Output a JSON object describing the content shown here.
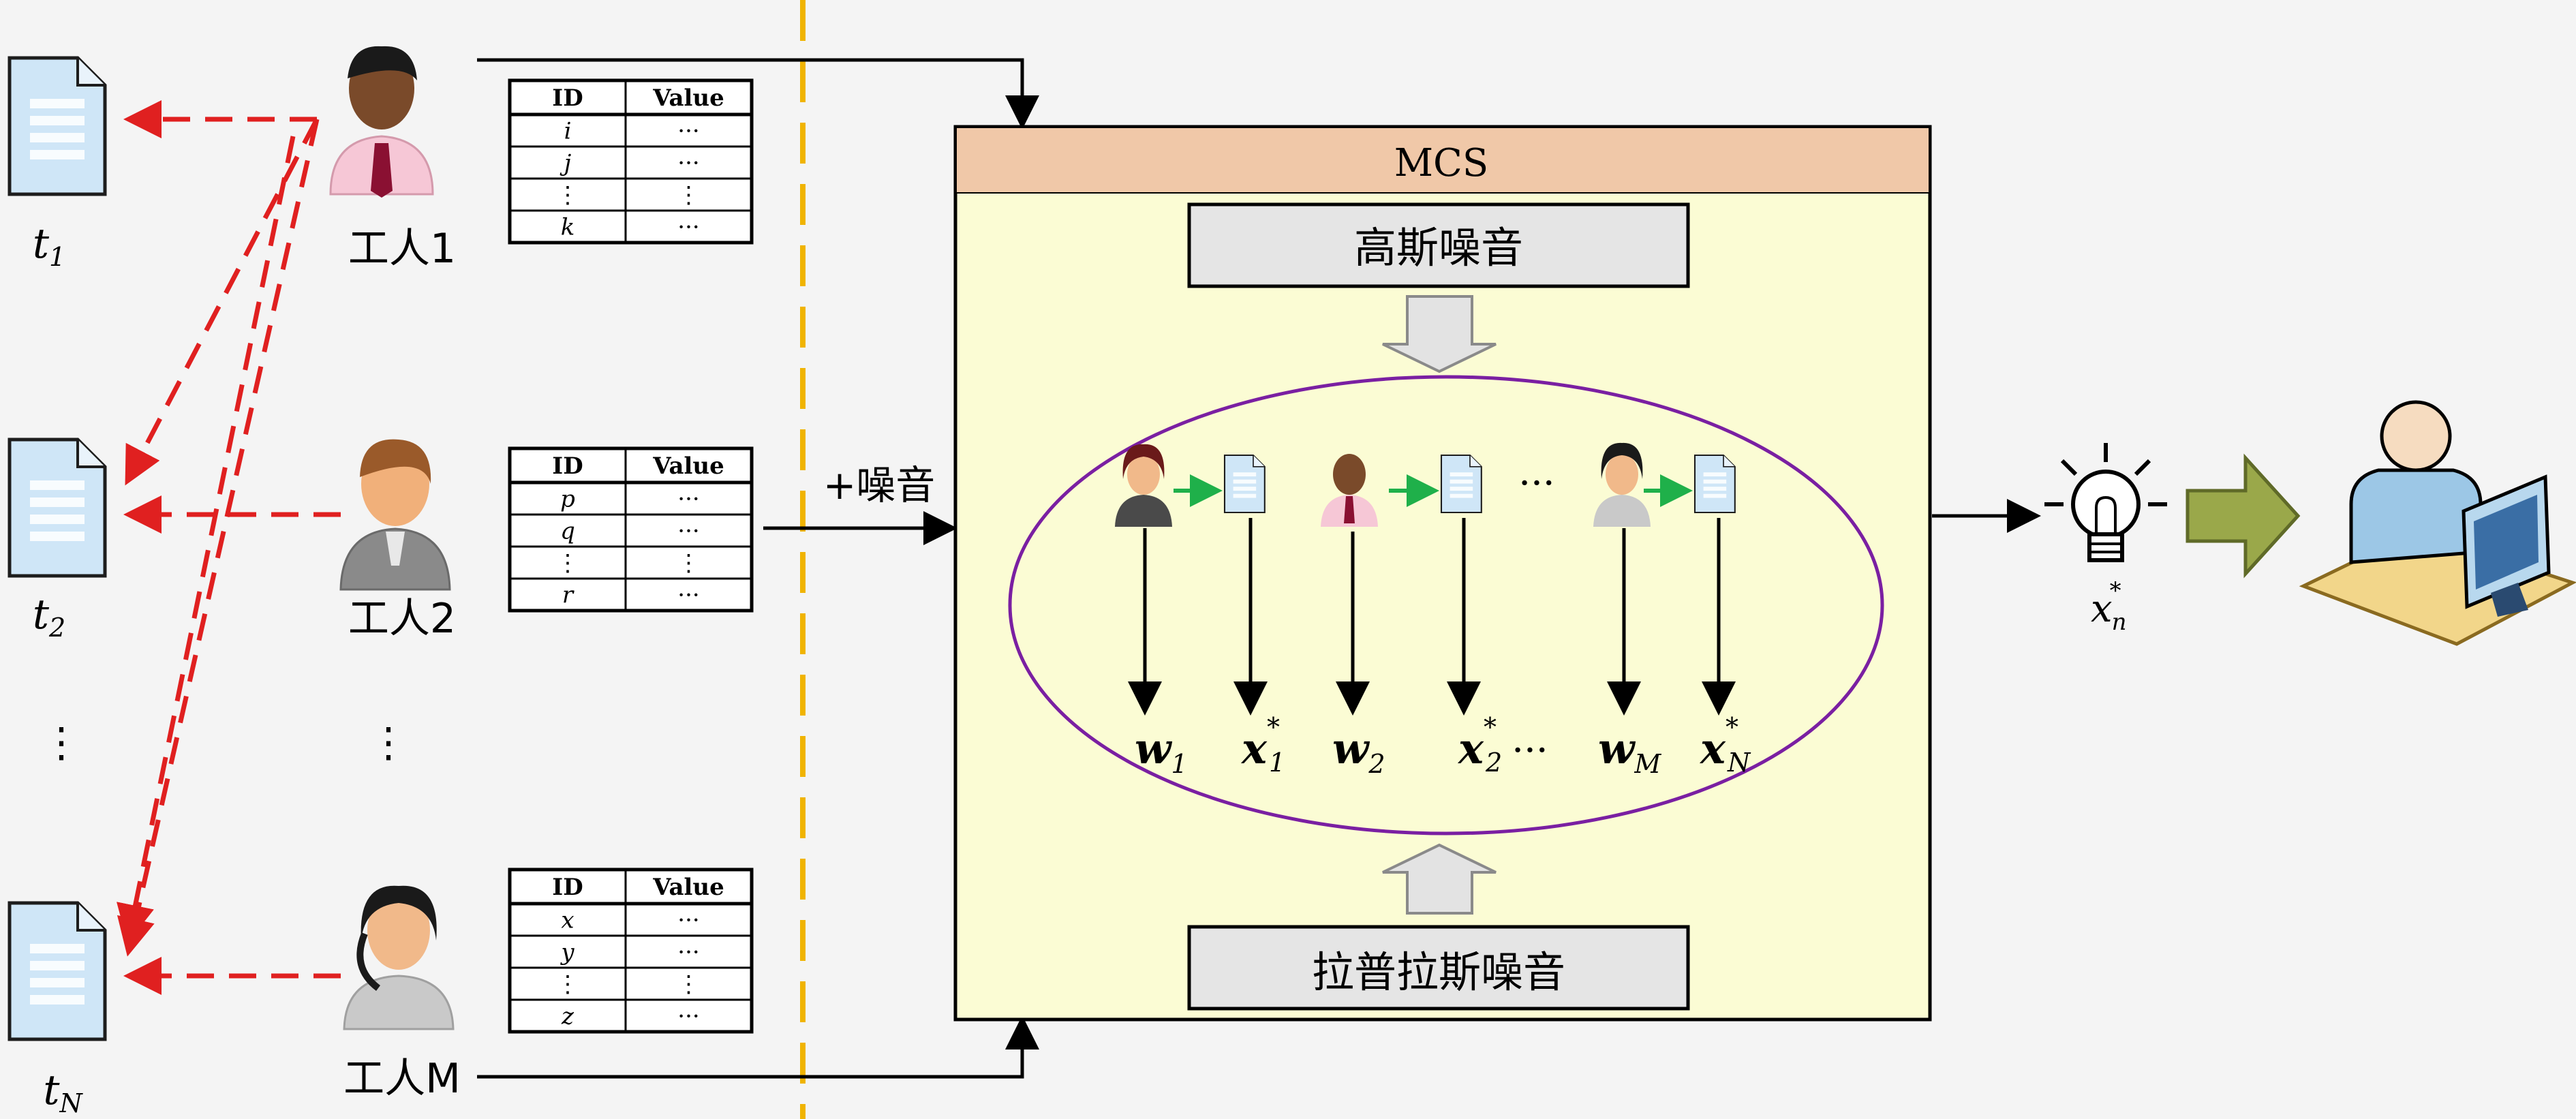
{
  "tasks": [
    {
      "label": "t",
      "sub": "1"
    },
    {
      "label": "t",
      "sub": "2"
    },
    {
      "label": "t",
      "sub": "N"
    }
  ],
  "workers": [
    {
      "label": "工人1",
      "table": {
        "headers": [
          "ID",
          "Value"
        ],
        "rows": [
          [
            "i",
            "···"
          ],
          [
            "j",
            "···"
          ],
          [
            "⋮",
            "⋮"
          ],
          [
            "k",
            "···"
          ]
        ]
      }
    },
    {
      "label": "工人2",
      "table": {
        "headers": [
          "ID",
          "Value"
        ],
        "rows": [
          [
            "p",
            "···"
          ],
          [
            "q",
            "···"
          ],
          [
            "⋮",
            "⋮"
          ],
          [
            "r",
            "···"
          ]
        ]
      }
    },
    {
      "label": "工人M",
      "table": {
        "headers": [
          "ID",
          "Value"
        ],
        "rows": [
          [
            "x",
            "···"
          ],
          [
            "y",
            "···"
          ],
          [
            "⋮",
            "⋮"
          ],
          [
            "z",
            "···"
          ]
        ]
      }
    }
  ],
  "vdots": "⋮",
  "noise_label": "+噪音",
  "mcs": {
    "title": "MCS",
    "gaussian": "高斯噪音",
    "laplace": "拉普拉斯噪音",
    "ellipse_dots": "···",
    "outputs": [
      {
        "sym": "w",
        "sub": "1"
      },
      {
        "sym": "x",
        "sub": "1",
        "star": "*"
      },
      {
        "sym": "w",
        "sub": "2"
      },
      {
        "sym": "x",
        "sub": "2",
        "star": "*"
      },
      {
        "sym": "w",
        "sub": "M"
      },
      {
        "sym": "x",
        "sub": "N",
        "star": "*"
      }
    ]
  },
  "result": {
    "sym": "x",
    "sub": "n",
    "star": "*"
  },
  "colors": {
    "red_dash": "#e02020",
    "yellow_dash": "#f0b400",
    "mcs_header": "#f0c8a8",
    "mcs_body": "#fbfcd4",
    "ellipse": "#7a1fa2",
    "green_arrow": "#1fb04a",
    "big_arrow": "#9aa84a",
    "doc": "#cfe6f7"
  }
}
